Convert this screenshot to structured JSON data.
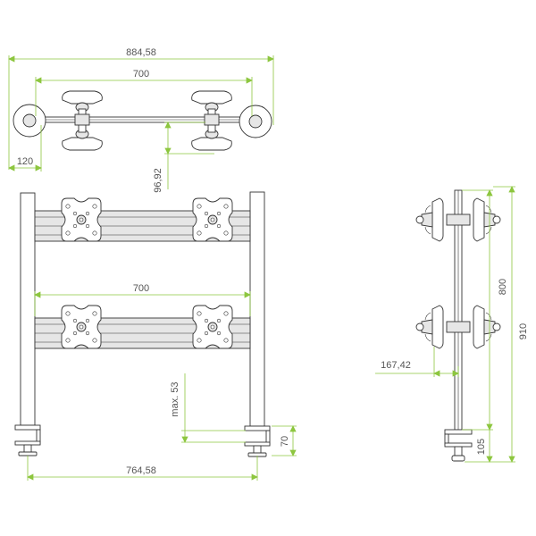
{
  "dimensions": {
    "top_total_width": "884,58",
    "top_rail_width": "700",
    "top_end_offset": "120",
    "top_depth": "96,92",
    "front_rail_width": "700",
    "front_clearance": "max. 53",
    "front_clamp_height": "70",
    "front_base_width": "764,58",
    "side_offset": "167,42",
    "side_height_800": "800",
    "side_height_910": "910",
    "side_clamp_height": "105"
  },
  "colors": {
    "dimension_line": "#8dc63f",
    "part_outline": "#333333",
    "text": "#555555"
  }
}
